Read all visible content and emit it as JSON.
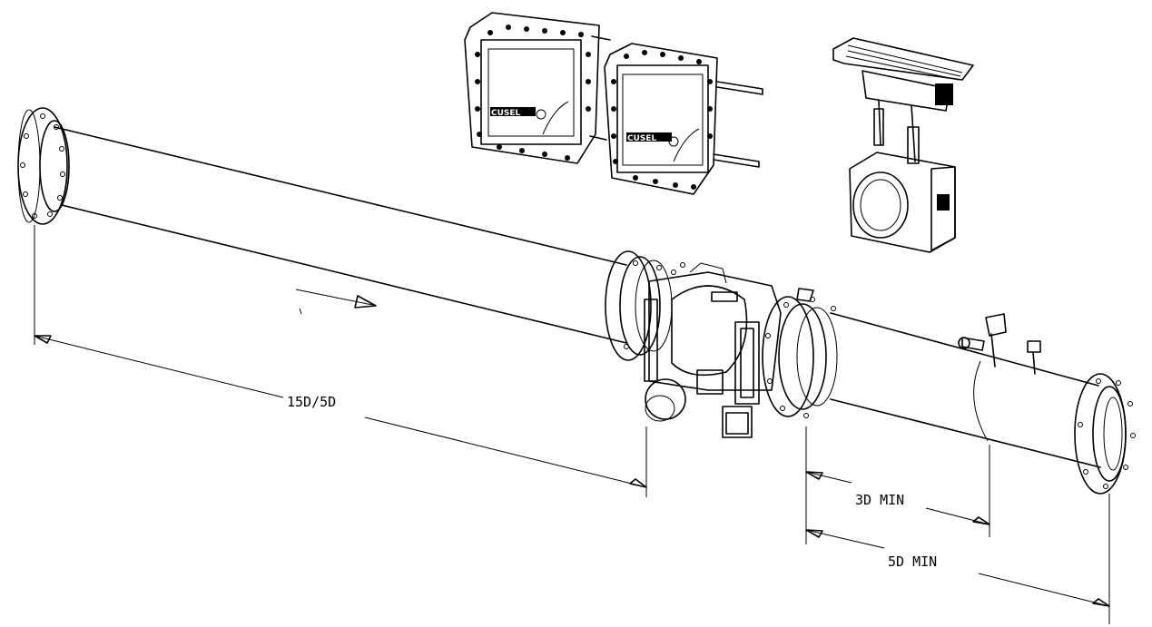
{
  "dimensions": {
    "upstream": "15D/5D",
    "downstream_short": "3D MIN",
    "downstream_long": "5D MIN"
  },
  "enclosure_brand": "CUSEL",
  "icons": [
    "flow-direction-arrow-icon",
    "transmitter-enclosure-icon",
    "sensor-head-icon"
  ]
}
